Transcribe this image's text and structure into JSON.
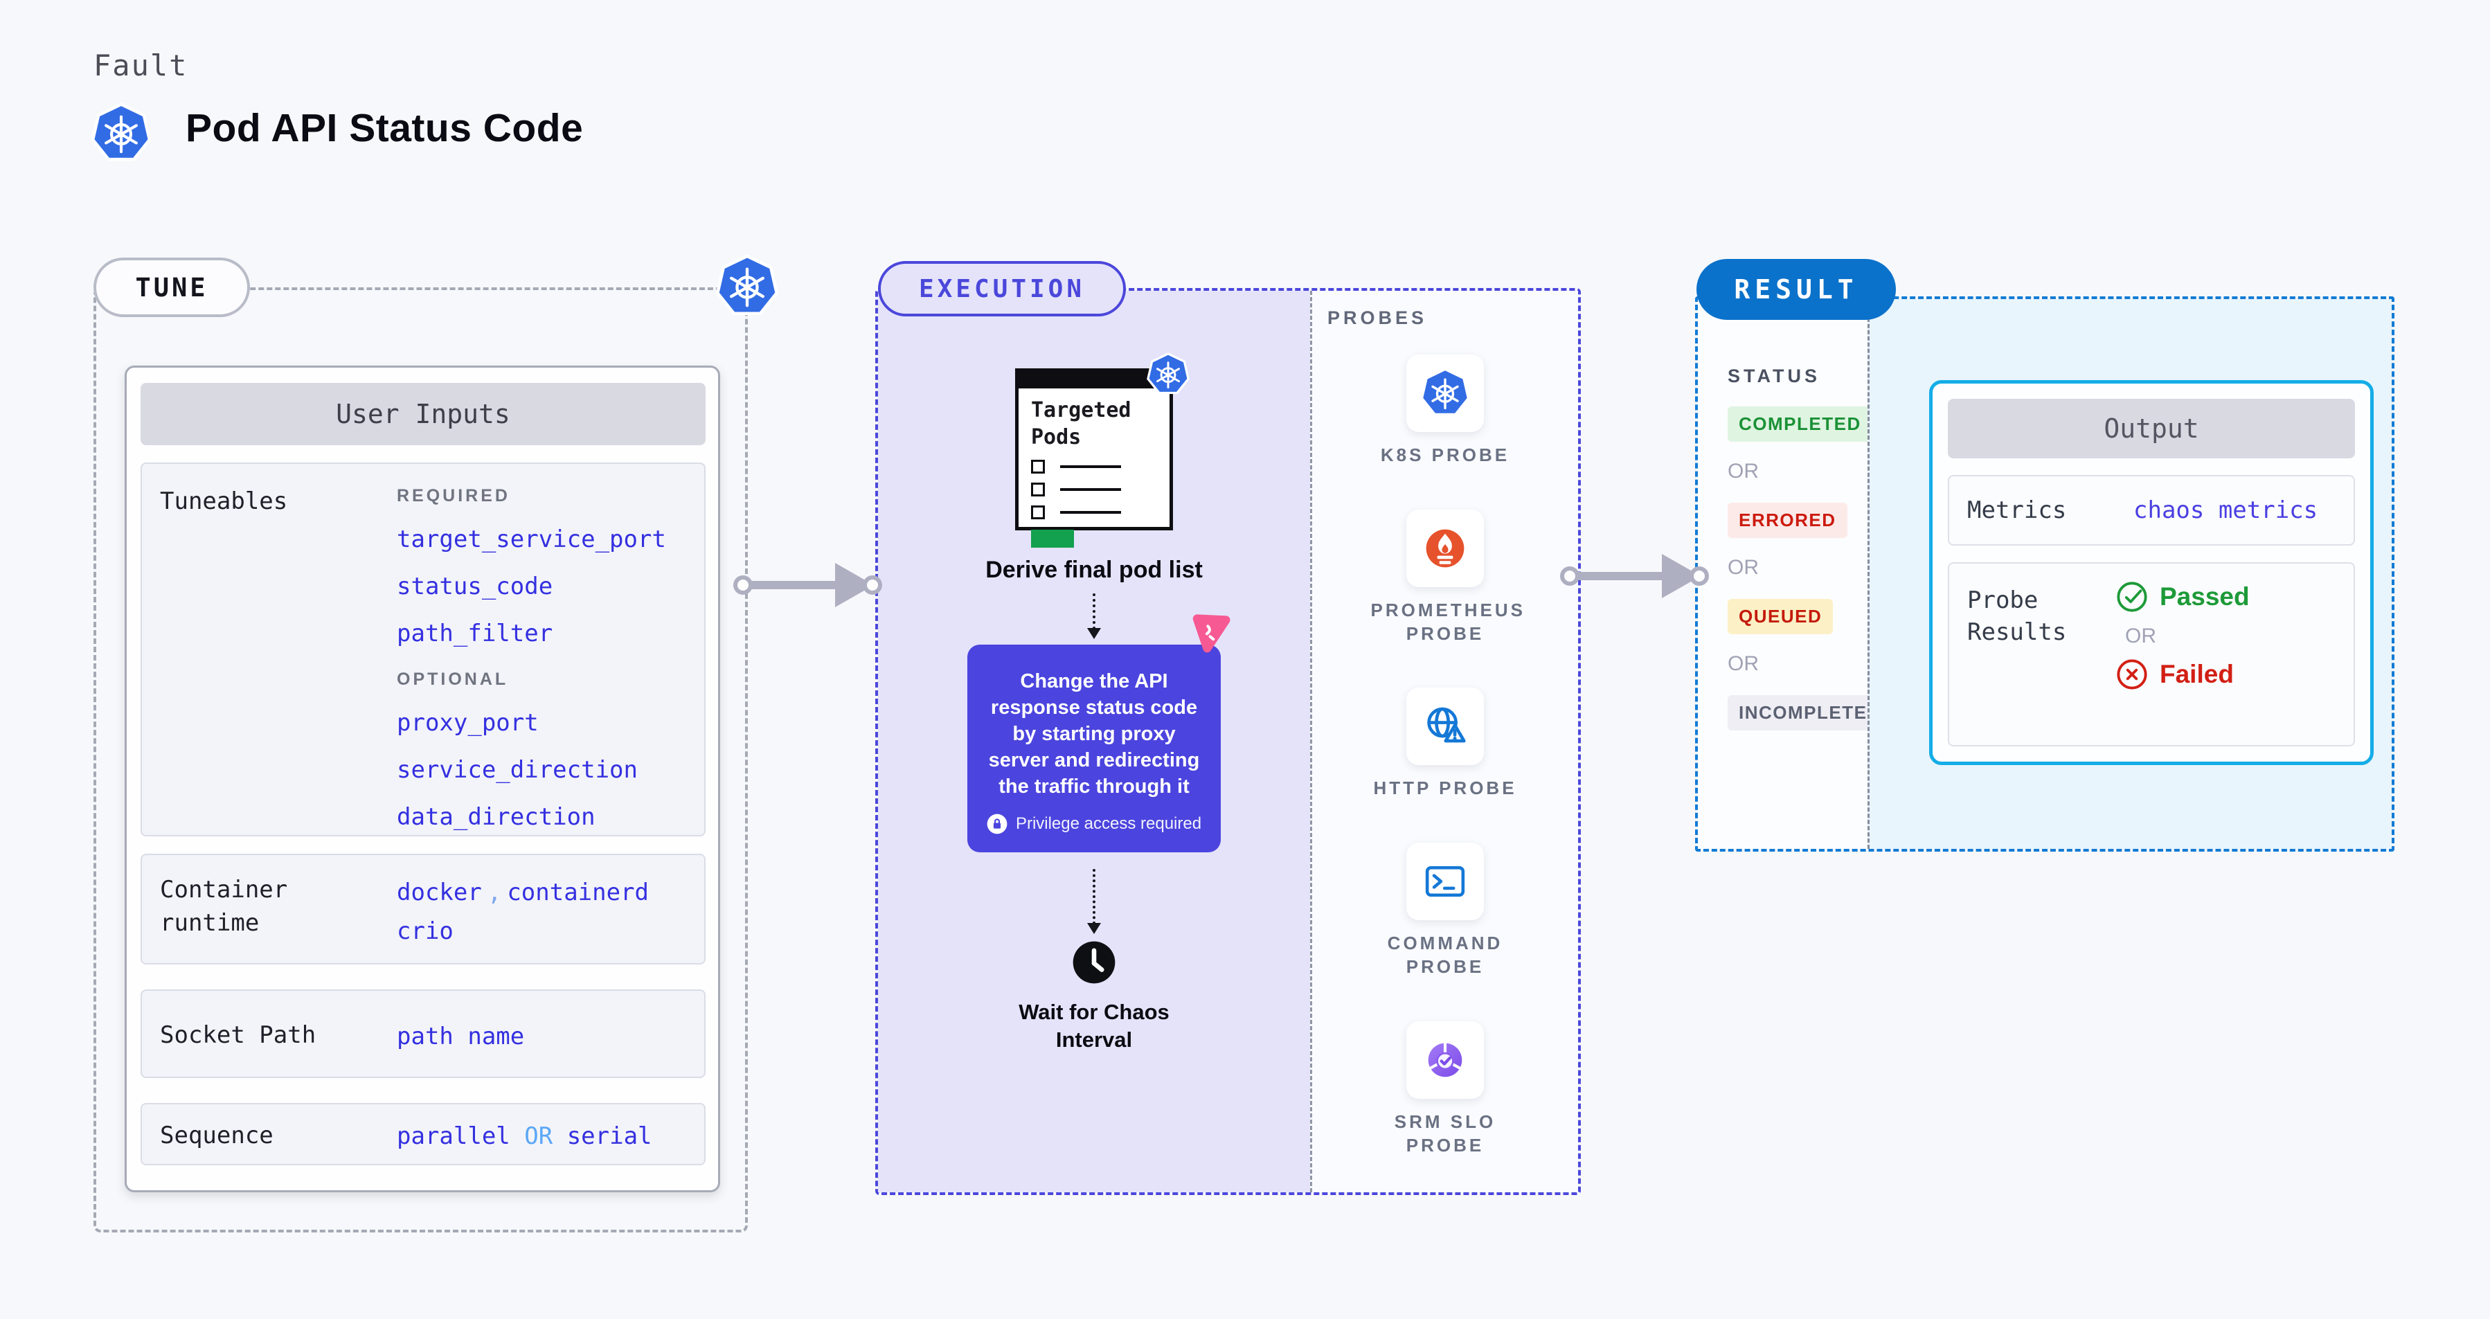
{
  "header": {
    "category": "Fault",
    "title": "Pod API Status Code"
  },
  "tune": {
    "label": "TUNE",
    "card_header": "User Inputs",
    "tuneables": {
      "label": "Tuneables",
      "required_label": "REQUIRED",
      "required": [
        "target_service_port",
        "status_code",
        "path_filter"
      ],
      "optional_label": "OPTIONAL",
      "optional": [
        "proxy_port",
        "service_direction",
        "data_direction"
      ]
    },
    "container_runtime": {
      "label": "Container runtime",
      "value_1": "docker",
      "separator": ",",
      "value_2": "containerd",
      "value_3": "crio"
    },
    "socket_path": {
      "label": "Socket Path",
      "value": "path name"
    },
    "sequence": {
      "label": "Sequence",
      "value_1": "parallel",
      "or": "OR",
      "value_2": "serial"
    }
  },
  "execution": {
    "label": "EXECUTION",
    "targeted_pods_title": "Targeted Pods",
    "derive_label": "Derive final pod list",
    "action_text": "Change the API response status code by starting proxy server and redirecting the traffic through it",
    "privilege_note": "Privilege access required",
    "wait_label": "Wait for Chaos Interval"
  },
  "probes": {
    "label": "PROBES",
    "items": [
      {
        "name": "K8S PROBE",
        "icon": "kubernetes-icon"
      },
      {
        "name": "PROMETHEUS PROBE",
        "icon": "prometheus-icon"
      },
      {
        "name": "HTTP PROBE",
        "icon": "http-globe-warning-icon"
      },
      {
        "name": "COMMAND PROBE",
        "icon": "terminal-icon"
      },
      {
        "name": "SRM SLO PROBE",
        "icon": "slo-pie-check-icon"
      }
    ]
  },
  "result": {
    "label": "RESULT",
    "status_label": "STATUS",
    "or_label": "OR",
    "statuses": [
      {
        "label": "COMPLETED",
        "bg": "#DFF4E1",
        "fg": "#1B9136"
      },
      {
        "label": "ERRORED",
        "bg": "#FCEAE9",
        "fg": "#CC1A0E"
      },
      {
        "label": "QUEUED",
        "bg": "#FCF0C6",
        "fg": "#C41A0C"
      },
      {
        "label": "INCOMPLETED",
        "bg": "#EEEEF4",
        "fg": "#5B6172"
      }
    ],
    "output": {
      "header": "Output",
      "metrics_label": "Metrics",
      "metrics_value": "chaos metrics",
      "probe_results_label": "Probe Results",
      "passed_label": "Passed",
      "or_label": "OR",
      "failed_label": "Failed"
    }
  },
  "colors": {
    "kubernetes_blue": "#326CE5",
    "execution_indigo": "#4B47DB",
    "value_blue": "#3430E0",
    "or_light_blue": "#5BA7F7",
    "action_purple": "#4B44DE",
    "chaos_pink": "#F75A93",
    "result_blue": "#0B72CB",
    "output_cyan": "#14ADE7",
    "passed_green": "#1D9A38",
    "failed_red": "#D21F14",
    "prometheus_orange": "#E6522C"
  }
}
